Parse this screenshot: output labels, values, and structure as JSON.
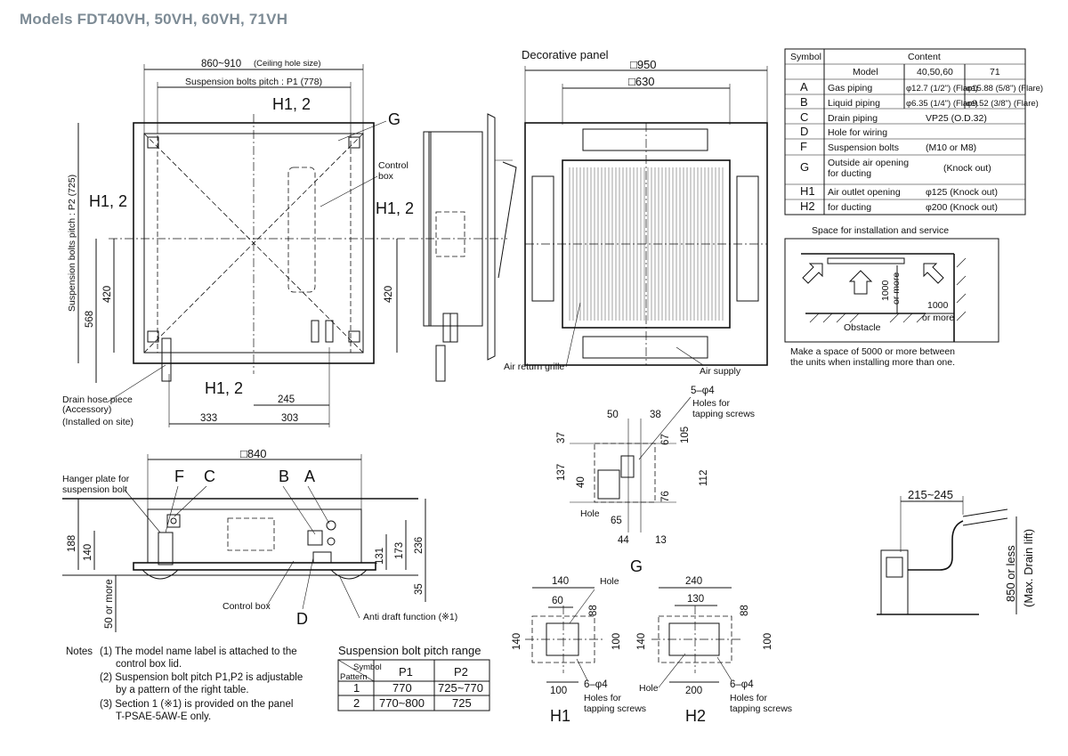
{
  "title": "Models  FDT40VH, 50VH, 60VH, 71VH",
  "top_view": {
    "ceiling_hole": "860~910",
    "ceiling_hole_note": "(Ceiling hole size)",
    "p1": "Suspension bolts pitch : P1 (778)",
    "p2": "Suspension bolts pitch : P2 (725)",
    "h12": "H1, 2",
    "g": "G",
    "control_box": [
      "Control",
      "box"
    ],
    "dim_420": "420",
    "dim_568": "568",
    "dim_245": "245",
    "dim_333": "333",
    "dim_303": "303",
    "drain_hose": [
      "Drain hose piece",
      "(Accessory)",
      "(Installed on site)"
    ]
  },
  "panel_view": {
    "decorative_panel": "Decorative panel",
    "d950": "□950",
    "d630": "□630",
    "air_return": "Air return grille",
    "air_supply": "Air supply"
  },
  "spec_table": {
    "header_symbol": "Symbol",
    "header_content": "Content",
    "model_label": "Model",
    "model_a": "40,50,60",
    "model_b": "71",
    "rows": [
      {
        "sym": "A",
        "label": "Gas piping",
        "v1": "φ12.7 (1/2\") (Flare)",
        "v2": "φ15.88 (5/8\") (Flare)"
      },
      {
        "sym": "B",
        "label": "Liquid piping",
        "v1": "φ6.35 (1/4\") (Flare)",
        "v2": "φ9.52 (3/8\") (Flare)"
      },
      {
        "sym": "C",
        "label": "Drain piping",
        "v": "VP25 (O.D.32)"
      },
      {
        "sym": "D",
        "label": "Hole for wiring",
        "v": ""
      },
      {
        "sym": "F",
        "label": "Suspension bolts",
        "v": "(M10 or M8)"
      },
      {
        "sym": "G",
        "label": "Outside air opening for ducting",
        "v": "(Knock out)"
      },
      {
        "sym": "H1",
        "label": "Air outlet opening",
        "v": "φ125 (Knock out)"
      },
      {
        "sym": "H2",
        "label": "for ducting",
        "v": "φ200 (Knock out)"
      }
    ]
  },
  "service": {
    "title": "Space for installation and service",
    "dim_1000a": "1000",
    "or_more": "or more",
    "dim_1000b": "1000",
    "obstacle": "Obstacle",
    "note1": "Make a space of 5000 or more between",
    "note2": "the units when installing more than one."
  },
  "side_view": {
    "d840": "□840",
    "hanger": [
      "Hanger plate for",
      "suspension bolt"
    ],
    "labels": {
      "f": "F",
      "c": "C",
      "b": "B",
      "a": "A",
      "d": "D"
    },
    "dim_188": "188",
    "dim_140": "140",
    "dim_131": "131",
    "dim_173": "173",
    "dim_236": "236",
    "dim_35": "35",
    "dim_50": "50 or more",
    "control_box": "Control box",
    "anti_draft": "Anti draft function (※1)"
  },
  "detail_g": {
    "label": "G",
    "holes": [
      "5–φ4",
      "Holes for",
      "tapping  screws"
    ],
    "dims": {
      "d50": "50",
      "d38": "38",
      "d37": "37",
      "d67": "67",
      "d105": "105",
      "d137": "137",
      "d40": "40",
      "d112": "112",
      "d76": "76",
      "d65": "65",
      "d44": "44",
      "d13": "13"
    },
    "hole": "Hole"
  },
  "detail_h1": {
    "label": "H1",
    "dims": {
      "d140": "140",
      "d60": "60",
      "d88": "88",
      "d140v": "140",
      "d100": "100",
      "d100b": "100"
    },
    "hole": "Hole",
    "holes": [
      "6–φ4",
      "Holes for",
      "tapping screws"
    ]
  },
  "detail_h2": {
    "label": "H2",
    "dims": {
      "d240": "240",
      "d130": "130",
      "d88": "88",
      "d140v": "140",
      "d100": "100",
      "d200": "200"
    },
    "hole": "Hole",
    "holes": [
      "6–φ4",
      "Holes for",
      "tapping screws"
    ]
  },
  "drain_lift": {
    "d215": "215~245",
    "d850": "850 or less",
    "max": "(Max. Drain lift)"
  },
  "notes": {
    "prefix": "Notes",
    "n1a": "(1) The model name label is attached to the",
    "n1b": "control box lid.",
    "n2a": "(2) Suspension bolt pitch P1,P2 is adjustable",
    "n2b": "by a pattern of the right table.",
    "n3a": "(3) Section 1 (※1) is provided on the panel",
    "n3b": "T-PSAE-5AW-E only."
  },
  "pitch_table": {
    "title": "Suspension bolt pitch range",
    "h_symbol": "Symbol",
    "h_pattern": "Pattern",
    "h_p1": "P1",
    "h_p2": "P2",
    "rows": [
      {
        "pattern": "1",
        "p1": "770",
        "p2": "725~770"
      },
      {
        "pattern": "2",
        "p1": "770~800",
        "p2": "725"
      }
    ]
  }
}
